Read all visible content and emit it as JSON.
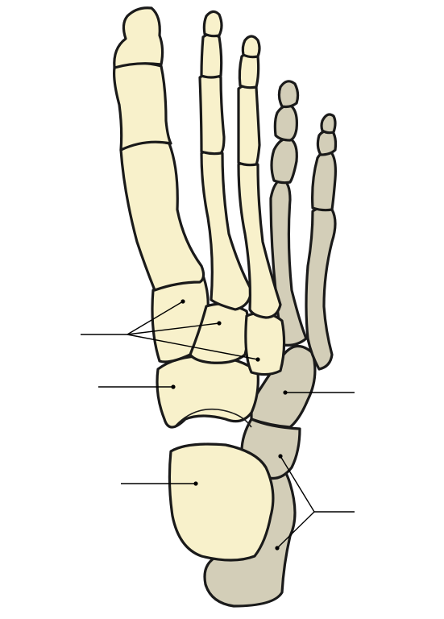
{
  "diagram": {
    "subject": "foot-skeleton-dorsal-view",
    "colors": {
      "light_bone": "#f8f1cb",
      "dark_bone": "#d3ceb8",
      "outline": "#1a1a1a",
      "leader": "#000000",
      "background": "#ffffff"
    },
    "labels": [
      {
        "id": "cuneiforms",
        "text": ""
      },
      {
        "id": "navicular",
        "text": ""
      },
      {
        "id": "talus",
        "text": ""
      },
      {
        "id": "cuboid",
        "text": ""
      },
      {
        "id": "calcaneus",
        "text": ""
      }
    ]
  }
}
